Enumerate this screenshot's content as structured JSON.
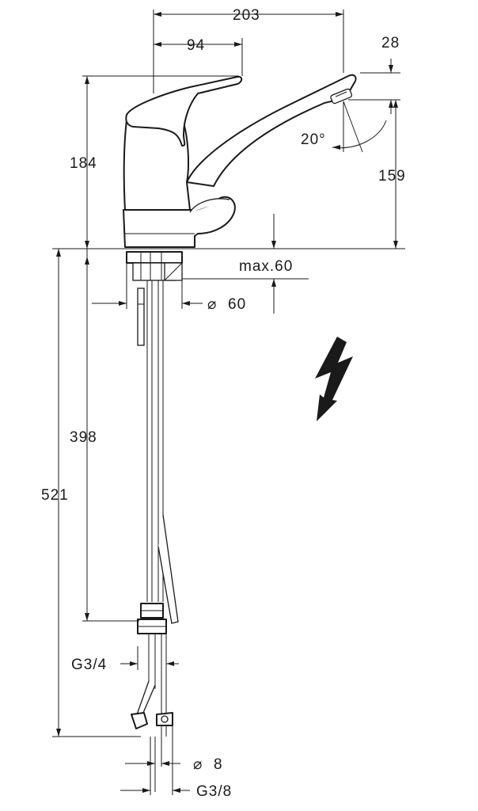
{
  "dimensions": {
    "overall_reach": "203",
    "lever_reach": "94",
    "spout_height": "28",
    "total_height": "184",
    "spout_clearance": "159",
    "swivel_angle": "20°",
    "max_thickness": "max.60",
    "hole_diameter": "60",
    "hose_length": "398",
    "total_length": "521",
    "connection_g34": "G3/4",
    "pipe_diameter": "8",
    "connection_g38": "G3/8"
  },
  "symbols": {
    "diameter": "⌀",
    "warning": "lightning-bolt-icon"
  }
}
